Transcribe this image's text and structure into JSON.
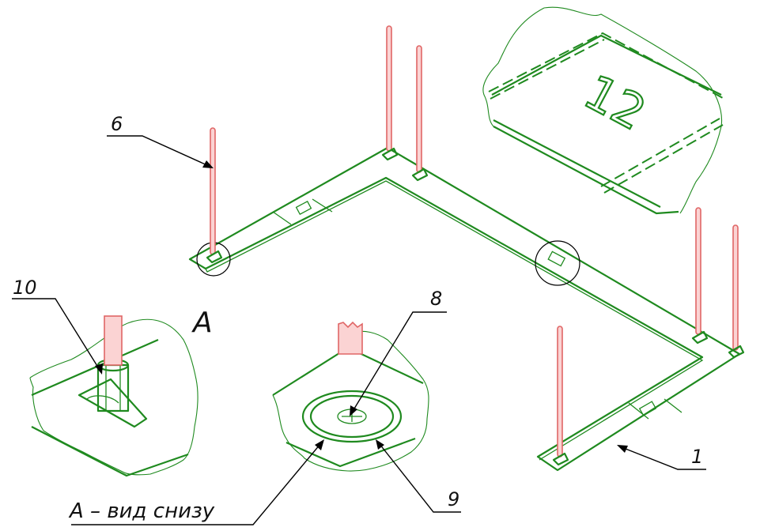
{
  "labels": {
    "part_1": "1",
    "part_6": "6",
    "part_8": "8",
    "part_9": "9",
    "part_10": "10",
    "part_12": "12",
    "detail_a": "А",
    "view_a_caption": "А – вид снизу"
  },
  "colors": {
    "part_stroke": "#1f8a1f",
    "pin_fill": "#fbd3d3",
    "pin_stroke": "#e06666",
    "leader": "#000000"
  }
}
